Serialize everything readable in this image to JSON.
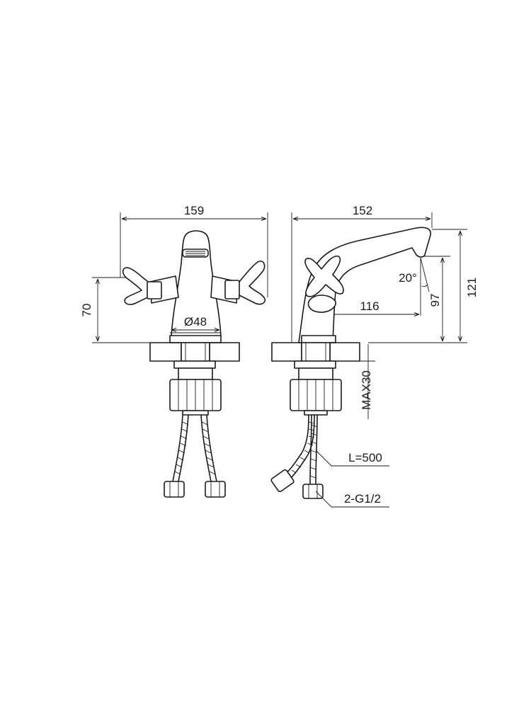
{
  "dimensions": {
    "front_width": "159",
    "front_height": "70",
    "base_diameter": "Ø48",
    "side_width": "152",
    "spout_reach": "116",
    "spout_angle": "20°",
    "spout_height": "97",
    "total_height": "121",
    "max_thickness": "MAX30",
    "hose_length": "L=500",
    "connection": "2-G1/2"
  },
  "colors": {
    "line": "#1a1a1a",
    "background": "#ffffff"
  }
}
